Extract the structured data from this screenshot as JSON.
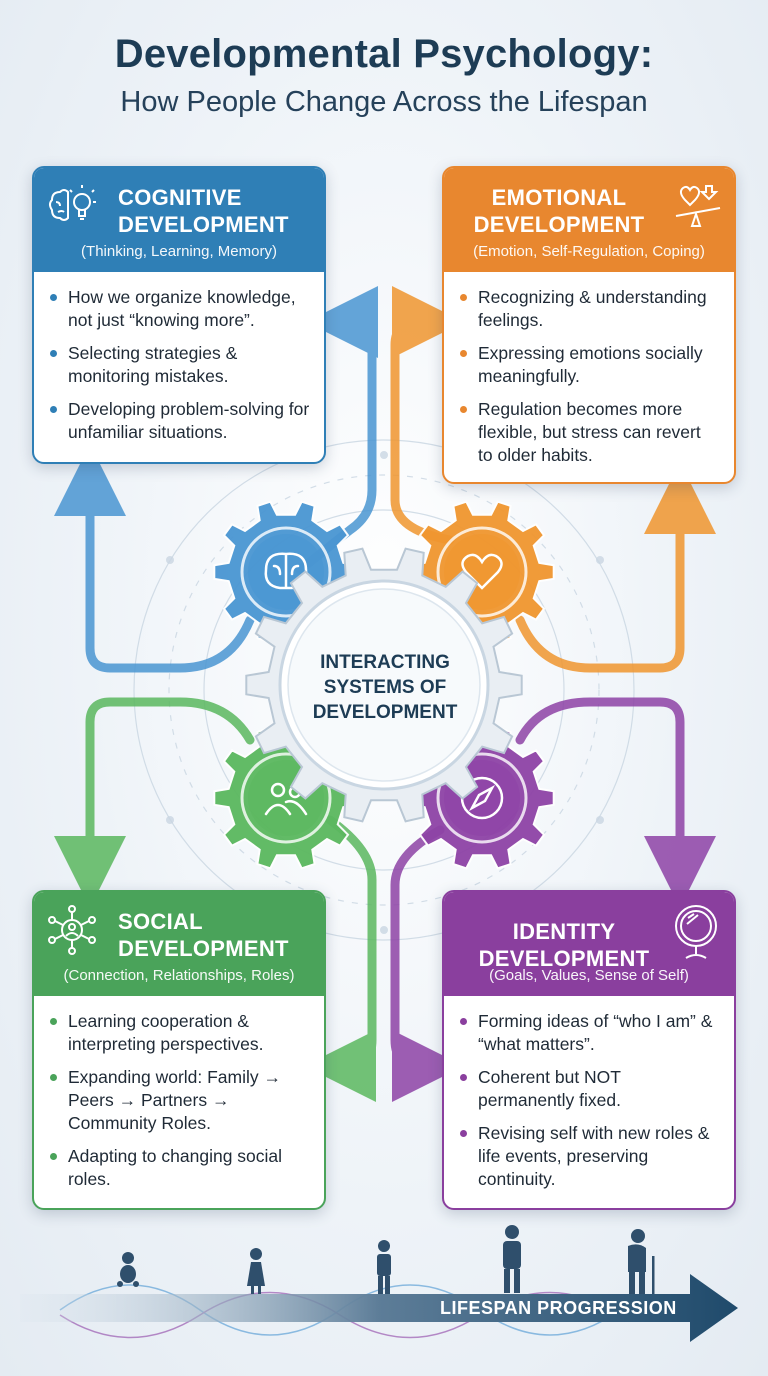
{
  "header": {
    "title": "Developmental Psychology:",
    "subtitle": "How People Change Across the Lifespan"
  },
  "center": {
    "label_lines": [
      "INTERACTING",
      "SYSTEMS OF",
      "DEVELOPMENT"
    ]
  },
  "cards": {
    "cognitive": {
      "title_lines": [
        "COGNITIVE",
        "DEVELOPMENT"
      ],
      "subtitle": "(Thinking, Learning, Memory)",
      "color": "#2f7fb6",
      "icon": "brain-lightbulb-icon",
      "bullets": [
        "How we organize knowledge, not just “knowing more”.",
        "Selecting strategies & monitoring mistakes.",
        "Developing problem-solving for unfamiliar situations."
      ]
    },
    "emotional": {
      "title_lines": [
        "EMOTIONAL",
        "DEVELOPMENT"
      ],
      "subtitle": "(Emotion, Self-Regulation, Coping)",
      "color": "#e8872f",
      "icon": "heart-balance-icon",
      "bullets": [
        "Recognizing & understanding feelings.",
        "Expressing emotions socially meaningfully.",
        "Regulation becomes more flexible, but stress can revert to older habits."
      ]
    },
    "social": {
      "title_lines": [
        "SOCIAL",
        "DEVELOPMENT"
      ],
      "subtitle": "(Connection, Relationships, Roles)",
      "color": "#4aa35a",
      "icon": "network-people-icon",
      "bullets": [
        "Learning cooperation & interpreting perspectives.",
        "Expanding world: Family → Peers → Partners → Community Roles.",
        "Adapting to changing social roles."
      ]
    },
    "identity": {
      "title_lines": [
        "IDENTITY",
        "DEVELOPMENT"
      ],
      "subtitle": "(Goals, Values, Sense of Self)",
      "color": "#8a3f9e",
      "icon": "mirror-icon",
      "bullets": [
        "Forming ideas of “who I am” & “what matters”.",
        "Coherent but NOT permanently fixed.",
        "Revising self with new roles & life events, preserving continuity."
      ]
    }
  },
  "gears": {
    "cognitive": {
      "color": "#4a96d2",
      "icon": "brain-icon"
    },
    "emotional": {
      "color": "#f0962f",
      "icon": "heart-icon"
    },
    "social": {
      "color": "#5bb85f",
      "icon": "people-icon"
    },
    "identity": {
      "color": "#8e43a6",
      "icon": "compass-icon"
    },
    "center": {
      "color": "#e9eef3"
    }
  },
  "timeline": {
    "label": "LIFESPAN PROGRESSION",
    "stages": [
      "baby-icon",
      "child-icon",
      "adolescent-icon",
      "adult-icon",
      "elder-icon"
    ]
  }
}
